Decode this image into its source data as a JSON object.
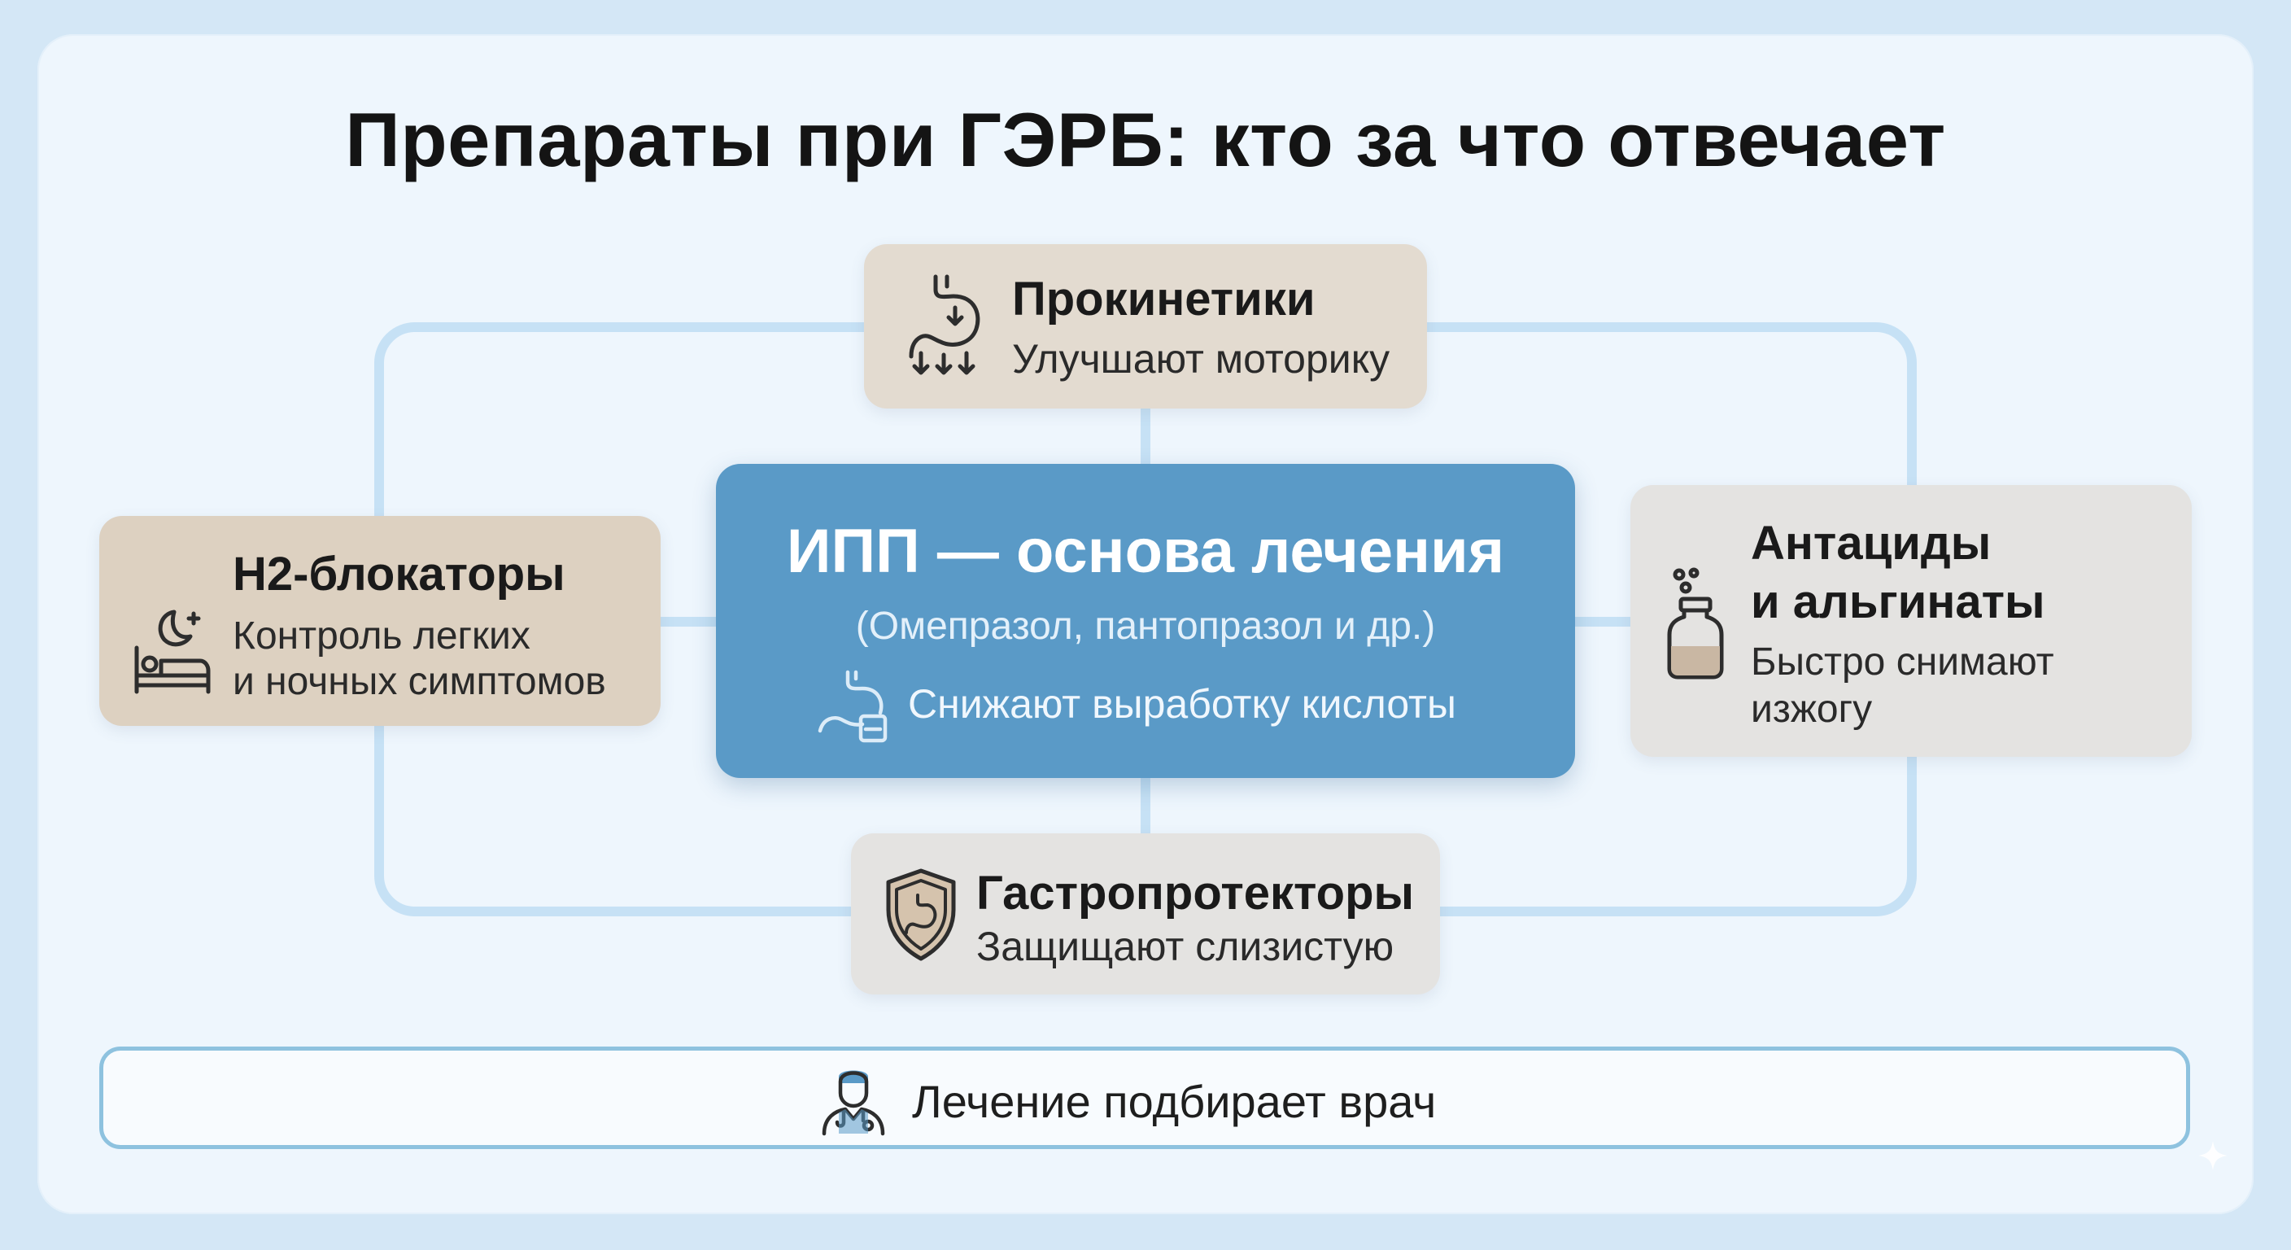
{
  "title": "Препараты при ГЭРБ: кто за что отвечает",
  "center": {
    "title": "ИПП — основа лечения",
    "examples": "(Омепразол, пантопразол и др.)",
    "action": "Снижают выработку кислоты",
    "icon": "stomach-acid-icon"
  },
  "prokinetics": {
    "title": "Прокинетики",
    "text": "Улучшают моторику",
    "icon": "stomach-motility-icon"
  },
  "h2": {
    "title": "H2-блокаторы",
    "text_line1": "Контроль легких",
    "text_line2": "и ночных симптомов",
    "icon": "night-sleep-icon"
  },
  "antacids": {
    "title_line1": "Антациды",
    "title_line2": "и альгинаты",
    "text_line1": "Быстро снимают",
    "text_line2": "изжогу",
    "icon": "medicine-bottle-icon"
  },
  "gastroprotectors": {
    "title": "Гастропротекторы",
    "text": "Защищают слизистую",
    "icon": "shield-stomach-icon"
  },
  "footer": {
    "text": "Лечение подбирает врач",
    "icon": "doctor-icon"
  },
  "colors": {
    "background": "#d4e7f6",
    "panel": "#eef6fd",
    "center": "#5a9ac7",
    "connector": "#c6e1f5",
    "footer_border": "#8ec2df"
  }
}
